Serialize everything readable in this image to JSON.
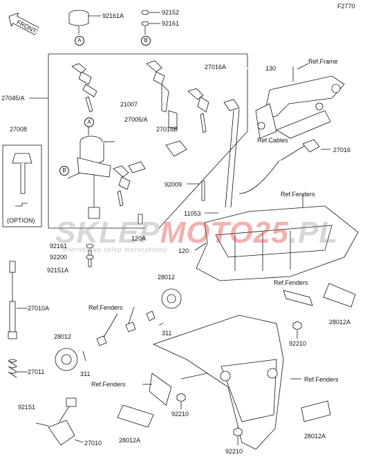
{
  "diagram": {
    "code": "F2770",
    "front_label": "FRONT",
    "option_label": "(OPTION)",
    "watermark": {
      "part1": "SKLEP",
      "part2": "MOTO",
      "part3": "25",
      "part4": ".PL",
      "subtitle": "internetowy sklep motocyklowy"
    },
    "labels": {
      "p92161A": "92161A",
      "p92152": "92152",
      "p92161_top": "92161",
      "p27016A": "27016A",
      "p130": "130",
      "ref_frame": "Ref.Frame",
      "p27045A": "27045/A",
      "p21007": "21007",
      "p27005A": "27005/A",
      "p27016B": "27016B",
      "p27008": "27008",
      "ref_cables": "Ref.Cables",
      "p27016": "27016",
      "p92009": "92009",
      "ref_fenders_1": "Ref.Fenders",
      "p11053": "11053",
      "p120A": "120A",
      "p120": "120",
      "p92161_mid": "92161",
      "p92200": "92200",
      "p92151A": "92151A",
      "p28012_top": "28012",
      "ref_fenders_2": "Ref.Fenders",
      "p27010A": "27010A",
      "ref_fenders_3": "Ref.Fenders",
      "p28012A_right": "28012A",
      "p311_a": "311",
      "p28012_left": "28012",
      "p92210_right": "92210",
      "p311_b": "311",
      "p27011": "27011",
      "ref_fenders_4": "Ref.Fenders",
      "ref_fenders_5": "Ref.Fenders",
      "p92151": "92151",
      "p92210_mid": "92210",
      "p27010": "27010",
      "p28012A_bottom_left": "28012A",
      "p28012A_bottom_right": "28012A",
      "p92210_bottom": "92210",
      "marker_A": "A",
      "marker_B": "B"
    }
  }
}
